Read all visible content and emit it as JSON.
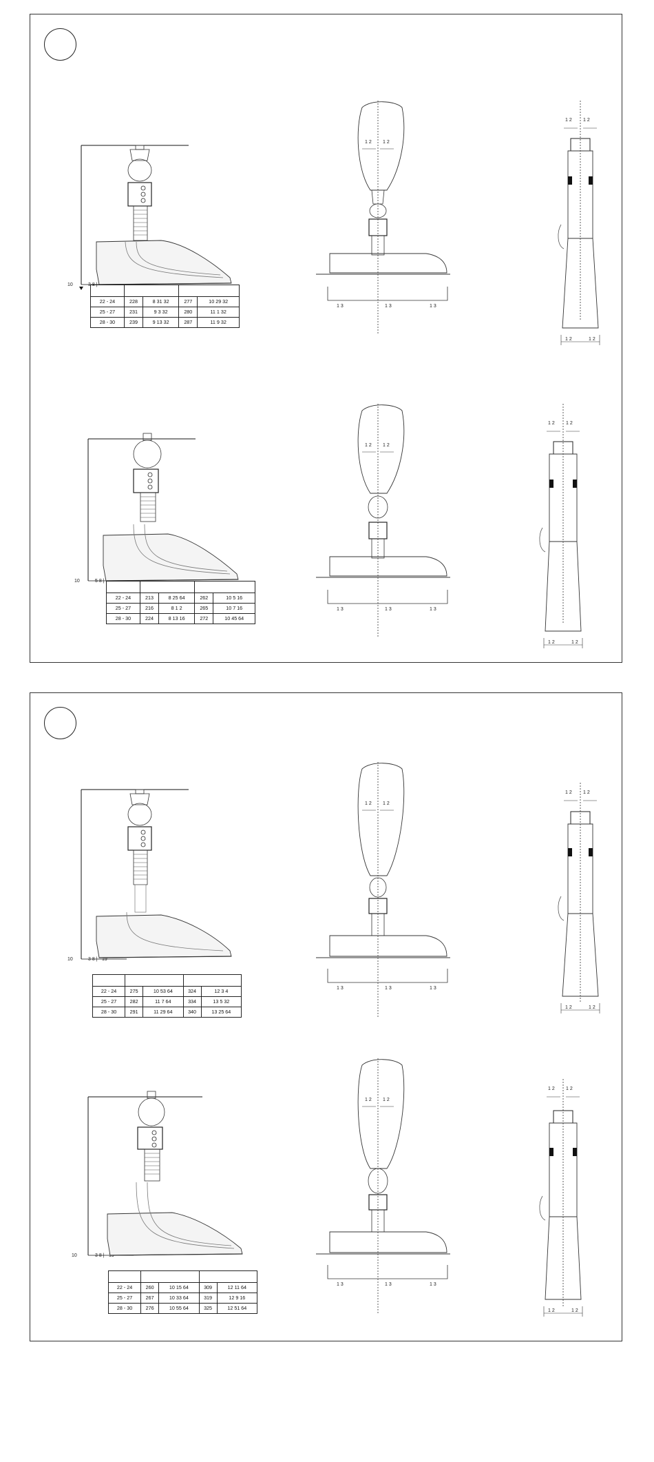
{
  "panels": [
    {
      "sections": [
        {
          "side_axis_label": "10",
          "base_offset_label": "3 8 |",
          "base_extra_label": "",
          "table": {
            "header": [
              "",
              "",
              ""
            ],
            "rows": [
              [
                "22 - 24",
                "228",
                "8 31 32",
                "277",
                "10 29 32"
              ],
              [
                "25 - 27",
                "231",
                "9 3 32",
                "280",
                "11 1 32"
              ],
              [
                "28 - 30",
                "239",
                "9 13 32",
                "287",
                "11 9 32"
              ]
            ]
          },
          "front_top_dims": [
            "1 2",
            "1 2"
          ],
          "front_bottom_dims": [
            "1 3",
            "1 3",
            "1 3"
          ],
          "back_top_dims": [
            "1 2",
            "1 2"
          ],
          "back_bottom_dims": [
            "1 2",
            "1 2"
          ]
        },
        {
          "side_axis_label": "10",
          "base_offset_label": "5 8 |",
          "base_extra_label": "",
          "table": {
            "header": [
              "",
              "",
              ""
            ],
            "rows": [
              [
                "22 - 24",
                "213",
                "8 25 64",
                "262",
                "10 5 16"
              ],
              [
                "25 - 27",
                "216",
                "8 1 2",
                "265",
                "10 7 16"
              ],
              [
                "28 - 30",
                "224",
                "8 13 16",
                "272",
                "10 45 64"
              ]
            ]
          },
          "front_top_dims": [
            "1 2",
            "1 2"
          ],
          "front_bottom_dims": [
            "1 3",
            "1 3",
            "1 3"
          ],
          "back_top_dims": [
            "1 2",
            "1 2"
          ],
          "back_bottom_dims": [
            "1 2",
            "1 2"
          ]
        }
      ]
    },
    {
      "sections": [
        {
          "side_axis_label": "10",
          "base_offset_label": "3 8 |",
          "base_extra_label": "19",
          "table": {
            "header": [
              "",
              "",
              ""
            ],
            "rows": [
              [
                "22 - 24",
                "275",
                "10 53 64",
                "324",
                "12 3 4"
              ],
              [
                "25 - 27",
                "282",
                "11 7 64",
                "334",
                "13 5 32"
              ],
              [
                "28 - 30",
                "291",
                "11 29 64",
                "340",
                "13 25 64"
              ]
            ]
          },
          "front_top_dims": [
            "1 2",
            "1 2"
          ],
          "front_bottom_dims": [
            "1 3",
            "1 3",
            "1 3"
          ],
          "back_top_dims": [
            "1 2",
            "1 2"
          ],
          "back_bottom_dims": [
            "1 2",
            "1 2"
          ]
        },
        {
          "side_axis_label": "10",
          "base_offset_label": "3 8 |",
          "base_extra_label": "19",
          "table": {
            "header": [
              "",
              "",
              ""
            ],
            "rows": [
              [
                "22 - 24",
                "260",
                "10 15 64",
                "309",
                "12 11 64"
              ],
              [
                "25 - 27",
                "267",
                "10 33 64",
                "319",
                "12 9 16"
              ],
              [
                "28 - 30",
                "276",
                "10 55 64",
                "325",
                "12 51 64"
              ]
            ]
          },
          "front_top_dims": [
            "1 2",
            "1 2"
          ],
          "front_bottom_dims": [
            "1 3",
            "1 3",
            "1 3"
          ],
          "back_top_dims": [
            "1 2",
            "1 2"
          ],
          "back_bottom_dims": [
            "1 2",
            "1 2"
          ]
        }
      ]
    }
  ]
}
